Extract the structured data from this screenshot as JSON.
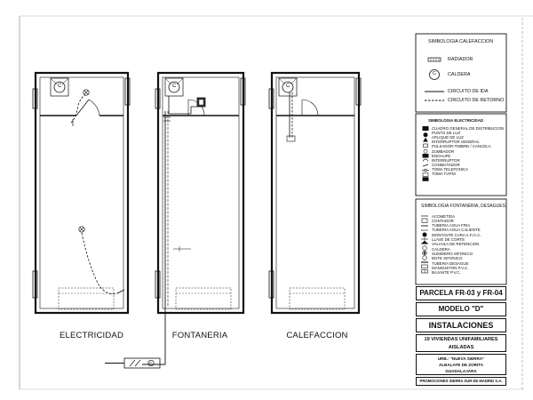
{
  "plans": {
    "electricidad": "ELECTRICIDAD",
    "fontaneria": "FONTANERIA",
    "calefaccion": "CALEFACCION"
  },
  "legend_calefaccion": {
    "title": "SIMBOLOGIA CALEFACCION",
    "radiador": "RADIADOR",
    "caldera": "CALDERA",
    "circuito_ida": "CIRCUITO DE IDA",
    "circuito_retorno": "CIRCUITO DE RETORNO"
  },
  "legend_electricidad": {
    "title": "SIMBOLOGIA ELECTRICIDAD",
    "items": [
      "CUADRO GENERAL DE DISTRIBUCION",
      "PUNTO DE LUZ",
      "APLIQUE DE LUZ",
      "INTERRUPTOR GENERAL",
      "PULSADOR-TIMBRE / CANCELA",
      "ZUMBADOR",
      "ENCHUFE",
      "INTERRUPTOR",
      "CONMUTADOR",
      "TOMA TELEFONICA",
      "TOMA TV/FM"
    ]
  },
  "legend_fontaneria": {
    "title": "SIMBOLOGIA FONTANERIA, DESAGUES:",
    "items": [
      "ACOMETIDA",
      "CONTADOR",
      "TUBERIA AGUA FRIA",
      "TUBERIA AGUA CALIENTE",
      "MONTANTE CARA A.F./A.C.",
      "LLAVE DE CORTE",
      "VALVULA DE RETENCION",
      "CALDERA",
      "SUMIDERO SIFONICO",
      "BOTE SIFONICO",
      "TUBERIA DESAGUE",
      "MANGUETON P.V.C.",
      "BAJANTE P.V.C."
    ]
  },
  "title_block": {
    "parcela": "PARCELA FR-03 y FR-04",
    "modelo": "MODELO \"D\"",
    "instalaciones": "INSTALACIONES",
    "viviendas_1": "19 VIVIENDAS UNIFAMILIARES",
    "viviendas_2": "AISLADAS",
    "urb": "URB.: \"NUEVA SIERRA\"",
    "lugar": "ALBALATE DE ZORITA",
    "provincia": "GUADALAJARA",
    "promotor": "PROMOCIONES SIERRA SUR DE MADRID S.A."
  },
  "symbols": {
    "caldera_letter": "C",
    "contador_letter": "C"
  }
}
